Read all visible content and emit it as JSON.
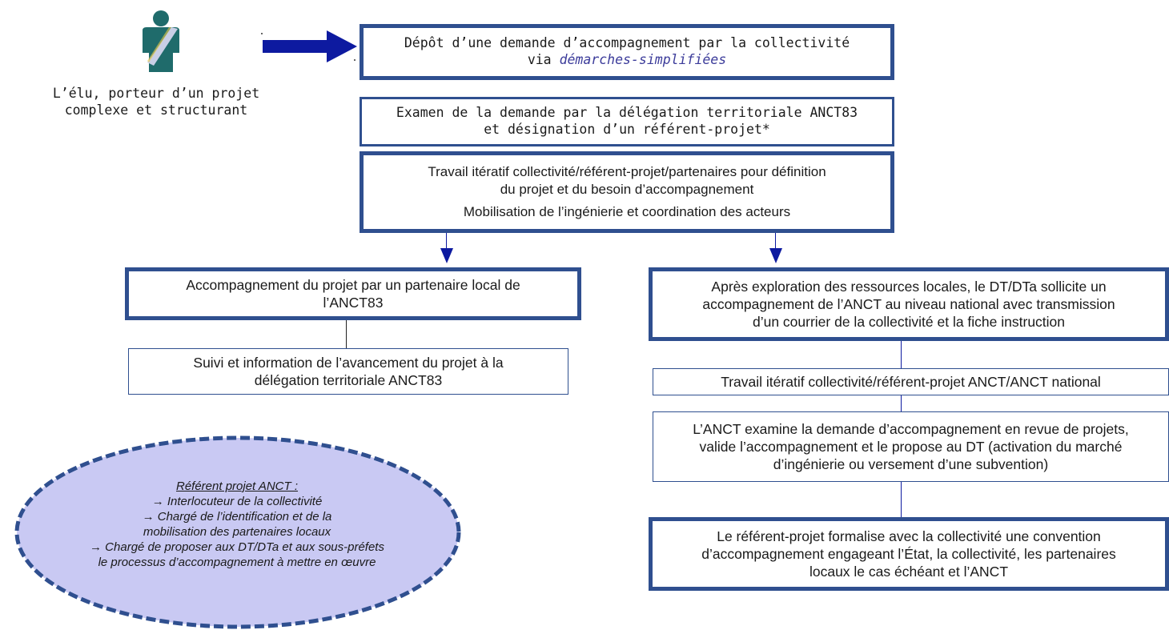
{
  "elu": {
    "caption_lines": [
      "L’élu, porteur d’un projet",
      "complexe et structurant"
    ]
  },
  "steps": {
    "depot": {
      "line1": "Dépôt d’une demande d’accompagnement par la collectivité",
      "line2_prefix": "via ",
      "line2_link": "démarches-simplifiées"
    },
    "examen": {
      "lines": [
        "Examen de  la demande par la délégation territoriale ANCT83",
        "et désignation d’un référent-projet*"
      ]
    },
    "travail": {
      "lines": [
        "Travail itératif collectivité/référent-projet/partenaires pour définition",
        "du projet et du besoin d’accompagnement"
      ],
      "mobilisation": "Mobilisation de l’ingénierie et coordination des acteurs"
    },
    "local_partner": {
      "lines": [
        "Accompagnement du projet par un partenaire local de",
        "l’ANCT83"
      ]
    },
    "suivi": {
      "lines": [
        "Suivi et information de l’avancement du projet à la",
        "délégation territoriale ANCT83"
      ]
    },
    "exploration": {
      "lines": [
        "Après exploration des ressources locales, le DT/DTa sollicite un",
        "accompagnement de l’ANCT au niveau national avec transmission",
        "d’un courrier de la collectivité et la fiche instruction"
      ]
    },
    "travail_national": {
      "text": "Travail itératif collectivité/référent-projet ANCT/ANCT national"
    },
    "examine": {
      "lines": [
        "L’ANCT examine la demande d’accompagnement en revue de projets,",
        "valide l’accompagnement et le propose au DT (activation du marché",
        "d’ingénierie ou versement d’une subvention)"
      ]
    },
    "convention": {
      "lines": [
        "Le référent-projet formalise avec la collectivité une convention",
        "d’accompagnement engageant l’État, la collectivité, les partenaires",
        "locaux le cas échéant et l’ANCT"
      ]
    }
  },
  "referent_note": {
    "title": "Référent projet ANCT :",
    "lines": [
      "→ Interlocuteur de la collectivité",
      "→ Chargé de l’identification et de la",
      "mobilisation des partenaires locaux",
      "→ Chargé de proposer aux DT/DTa et aux sous-préfets",
      "le processus d’accompagnement à mettre en œuvre"
    ]
  },
  "icons": [
    "person-icon",
    "right-arrow-icon",
    "down-arrow-icon"
  ],
  "colors": {
    "box_border": "#2f4f8f",
    "arrow": "#0d1aa0",
    "ellipse_fill": "#c9c9f3",
    "ellipse_border": "#2f4f8f",
    "person_fill": "#1f6b6b",
    "sash": "#c9cfe6",
    "link_text": "#3b3b9a"
  }
}
